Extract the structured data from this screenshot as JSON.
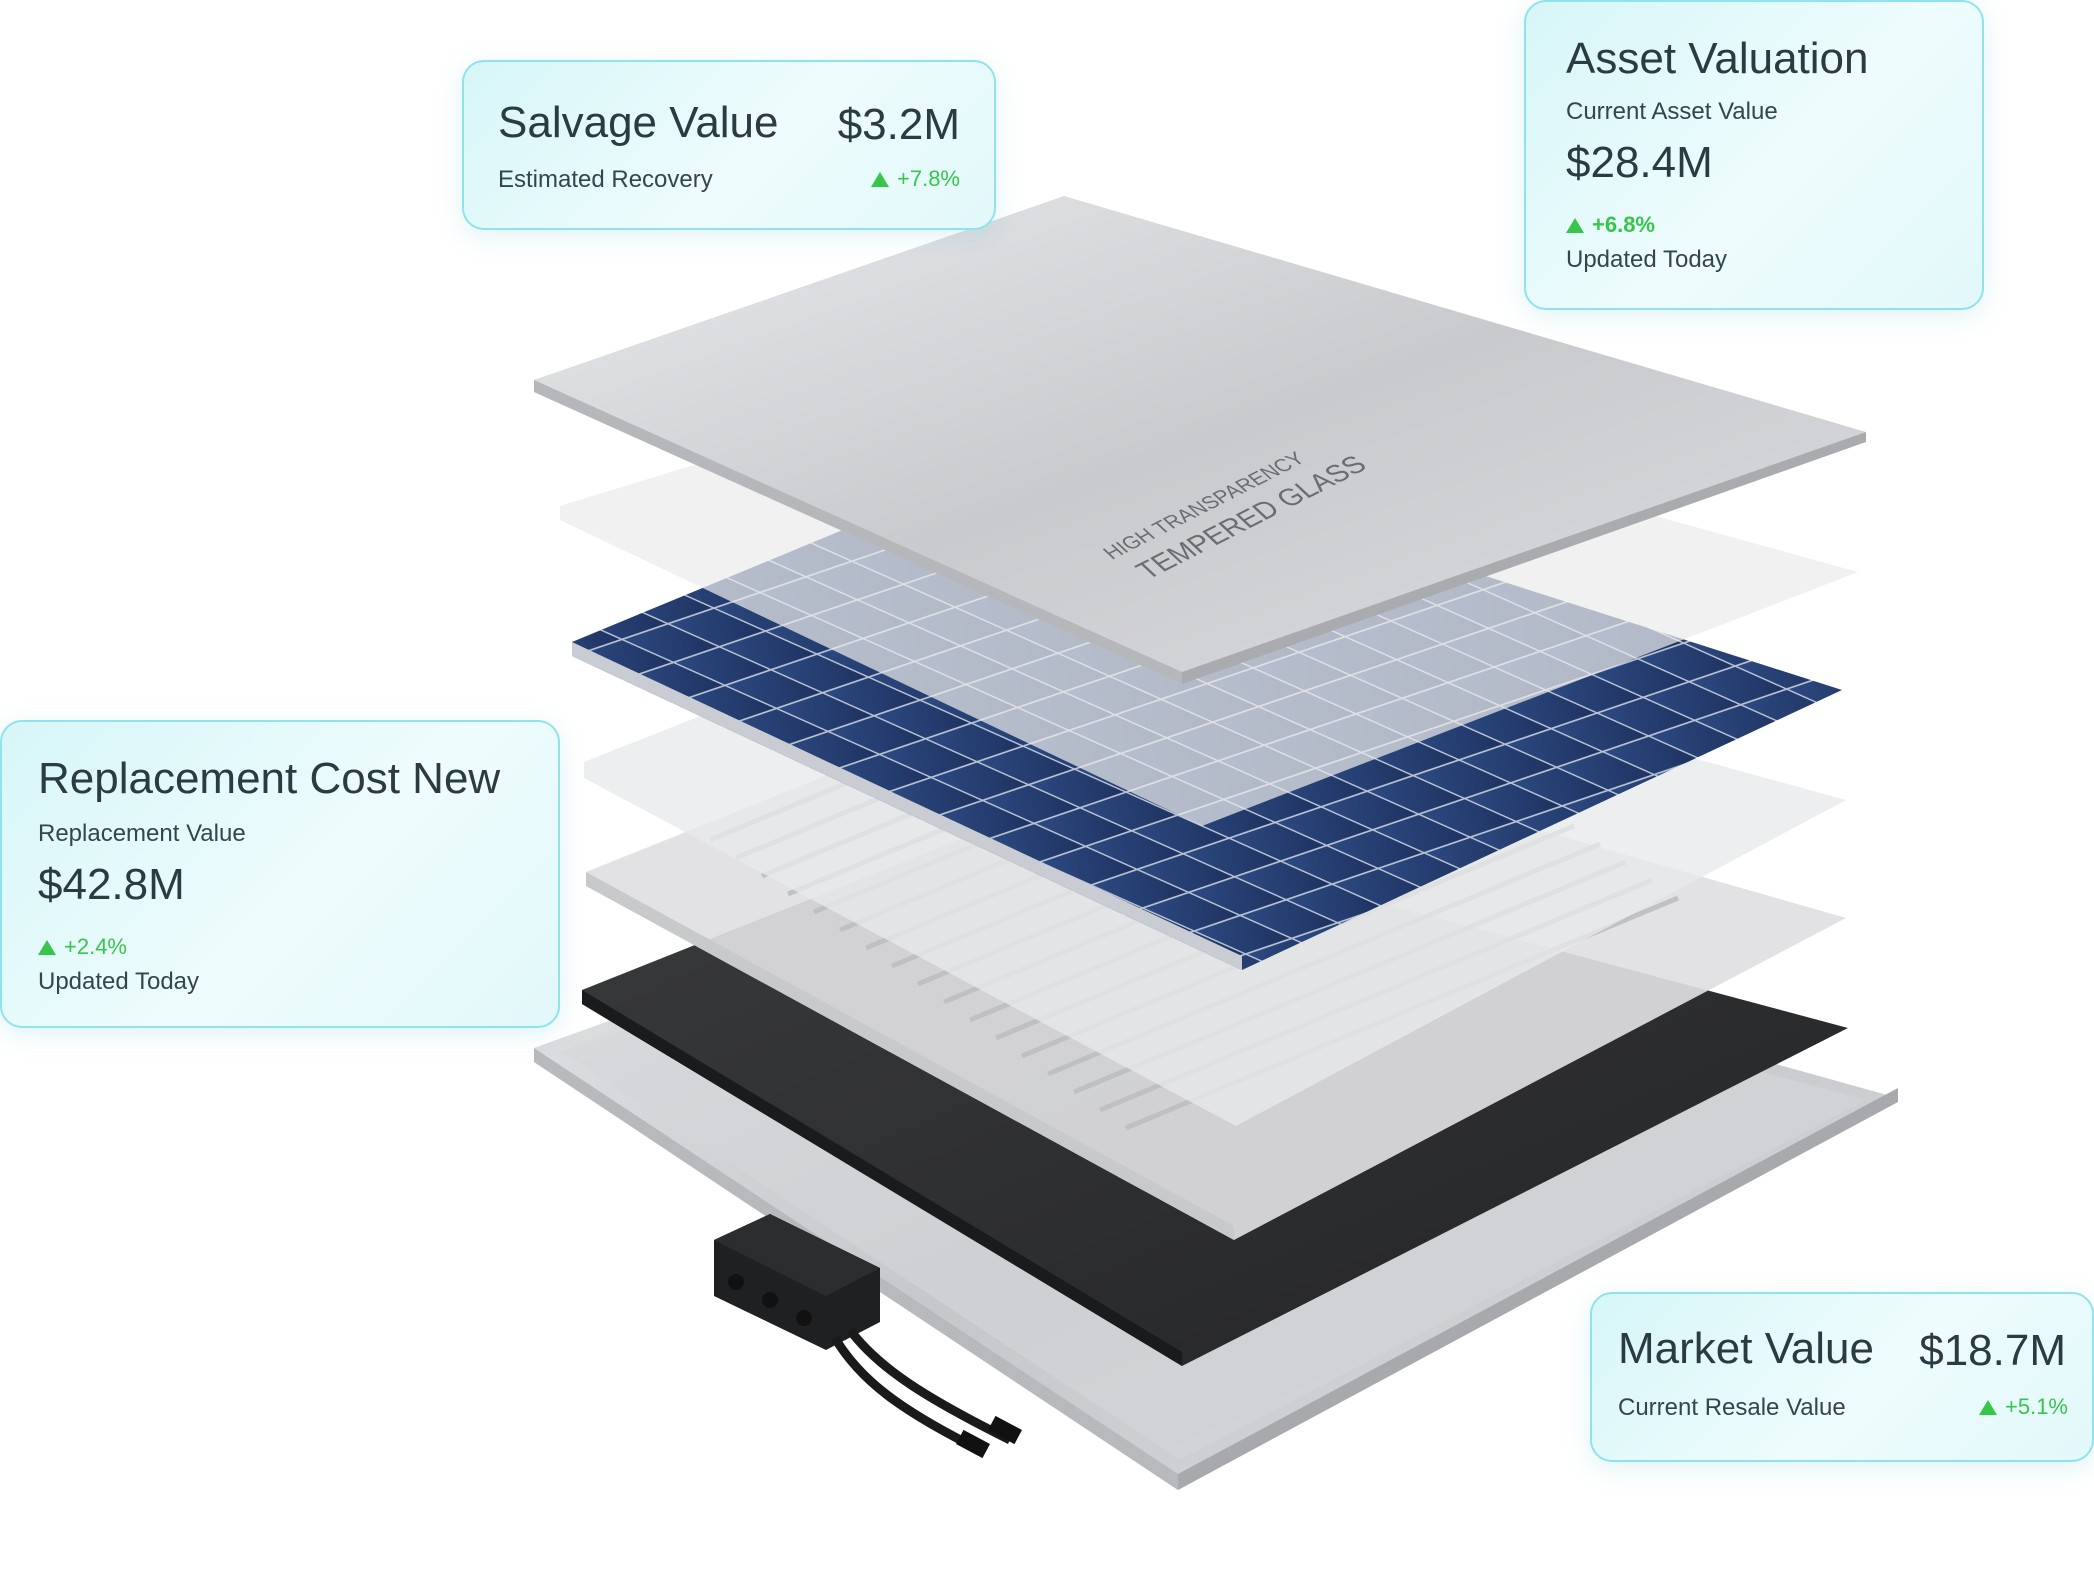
{
  "illustration": {
    "glass_label_line1": "HIGH TRANSPARENCY",
    "glass_label_line2": "TEMPERED GLASS"
  },
  "cards": {
    "salvage": {
      "title": "Salvage Value",
      "value": "$3.2M",
      "subtitle": "Estimated Recovery",
      "delta": "+7.8%"
    },
    "asset": {
      "title": "Asset Valuation",
      "subtitle": "Current Asset Value",
      "value": "$28.4M",
      "delta": "+6.8%",
      "updated": "Updated Today"
    },
    "replacement": {
      "title": "Replacement Cost New",
      "subtitle": "Replacement Value",
      "value": "$42.8M",
      "delta": "+2.4%",
      "updated": "Updated Today"
    },
    "market": {
      "title": "Market Value",
      "value": "$18.7M",
      "subtitle": "Current Resale Value",
      "delta": "+5.1%"
    }
  },
  "colors": {
    "card_border": "#8fe3ea",
    "card_bg": "#e2f8fa",
    "positive": "#35c64a",
    "text": "#2a3c42",
    "cell_blue": "#243a6a",
    "backsheet": "#2e2f31",
    "frame": "#c9cacc"
  }
}
